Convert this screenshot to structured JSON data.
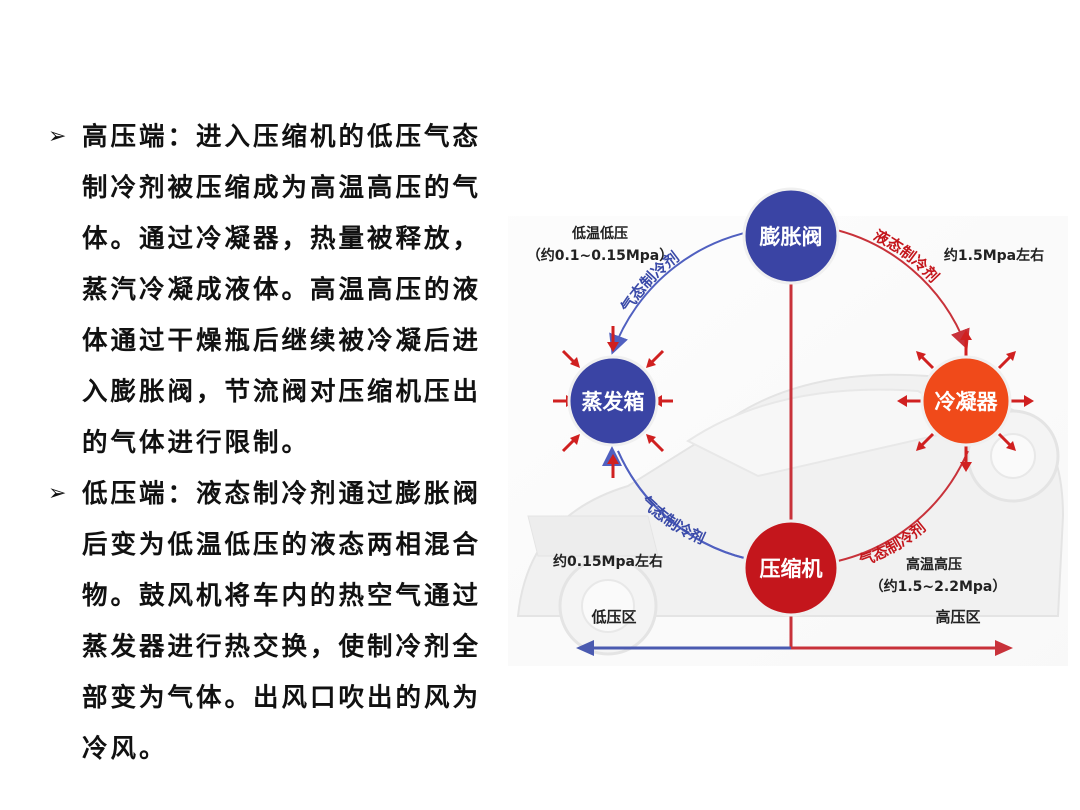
{
  "bullets": [
    {
      "marker": "➢",
      "lines": [
        "高压端：进入压缩机的低压气态",
        "制冷剂被压缩成为高温高压的气",
        "体。通过冷凝器，热量被释放，",
        "蒸汽冷凝成液体。高温高压的液",
        "体通过干燥瓶后继续被冷凝后进",
        "入膨胀阀，节流阀对压缩机压出",
        "的气体进行限制。"
      ]
    },
    {
      "marker": "➢",
      "lines": [
        "低压端：液态制冷剂通过膨胀阀",
        "后变为低温低压的液态两相混合",
        "物。鼓风机将车内的热空气通过",
        "蒸发器进行热交换，使制冷剂全",
        "部变为气体。出风口吹出的风为",
        "冷风。"
      ]
    }
  ],
  "diagram": {
    "nodes": {
      "expansion_valve": "膨胀阀",
      "evaporator": "蒸发箱",
      "condenser": "冷凝器",
      "compressor": "压缩机"
    },
    "arc_labels": {
      "top_left": "气态制冷剂",
      "top_right": "液态制冷剂",
      "bottom_left": "气态制冷剂",
      "bottom_right": "气态制冷剂"
    },
    "labels": {
      "low_temp_low_pressure": "低温低压",
      "low_pressure_range": "（约0.1~0.15Mpa）",
      "high_side_pressure": "约1.5Mpa左右",
      "low_side_pressure": "约0.15Mpa左右",
      "high_temp_high_pressure": "高温高压",
      "high_pressure_range": "（约1.5~2.2Mpa）",
      "low_pressure_zone": "低压区",
      "high_pressure_zone": "高压区"
    },
    "colors": {
      "blue_node": "#3a44a4",
      "red_node": "#c4161c",
      "orange_node": "#f04a1a",
      "blue_line": "#5060c0",
      "red_line": "#c8323a",
      "arrow_red": "#d02020"
    }
  }
}
